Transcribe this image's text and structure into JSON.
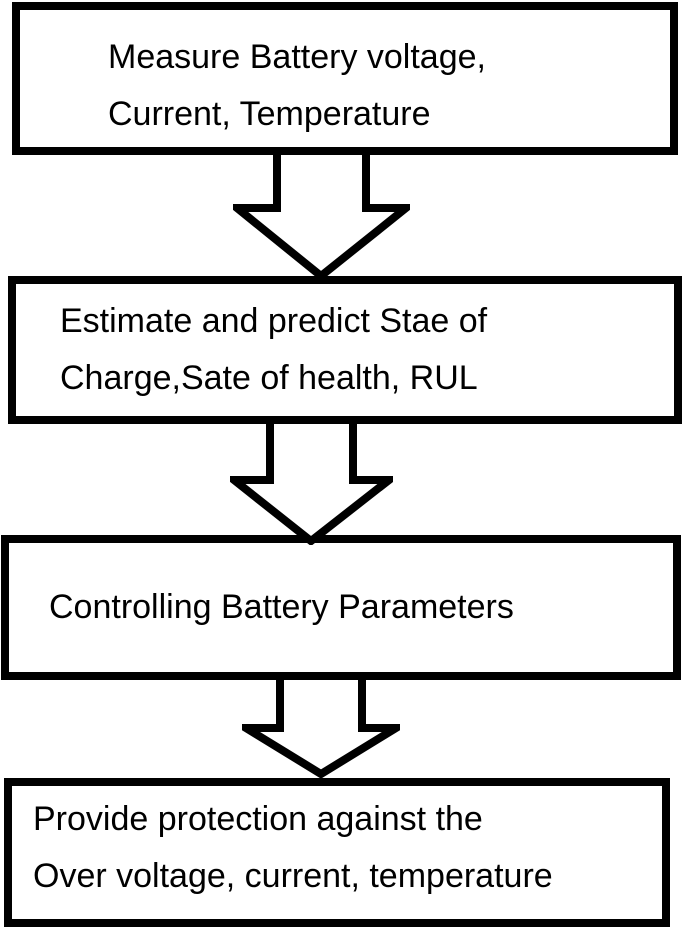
{
  "diagram": {
    "type": "flowchart",
    "direction": "top-down",
    "stroke_color": "#000000",
    "fill_color": "#ffffff",
    "text_color": "#000000",
    "steps": [
      {
        "name": "measure",
        "text": "Measure Battery voltage, Current, Temperature",
        "lines": [
          "Measure Battery voltage,",
          "Current, Temperature"
        ]
      },
      {
        "name": "estimate",
        "text": "Estimate and predict Stae of Charge,Sate of health, RUL",
        "lines": [
          "Estimate and predict Stae of",
          "Charge,Sate of health, RUL"
        ]
      },
      {
        "name": "control",
        "text": "Controlling Battery Parameters",
        "lines": [
          "Controlling Battery Parameters"
        ]
      },
      {
        "name": "protect",
        "text": "Provide protection against the Over voltage, current, temperature",
        "lines": [
          "Provide protection against the",
          "Over voltage, current, temperature"
        ]
      }
    ],
    "connectors": [
      {
        "from": "measure",
        "to": "estimate",
        "shape": "block-arrow-down"
      },
      {
        "from": "estimate",
        "to": "control",
        "shape": "block-arrow-down"
      },
      {
        "from": "control",
        "to": "protect",
        "shape": "block-arrow-down"
      }
    ]
  }
}
